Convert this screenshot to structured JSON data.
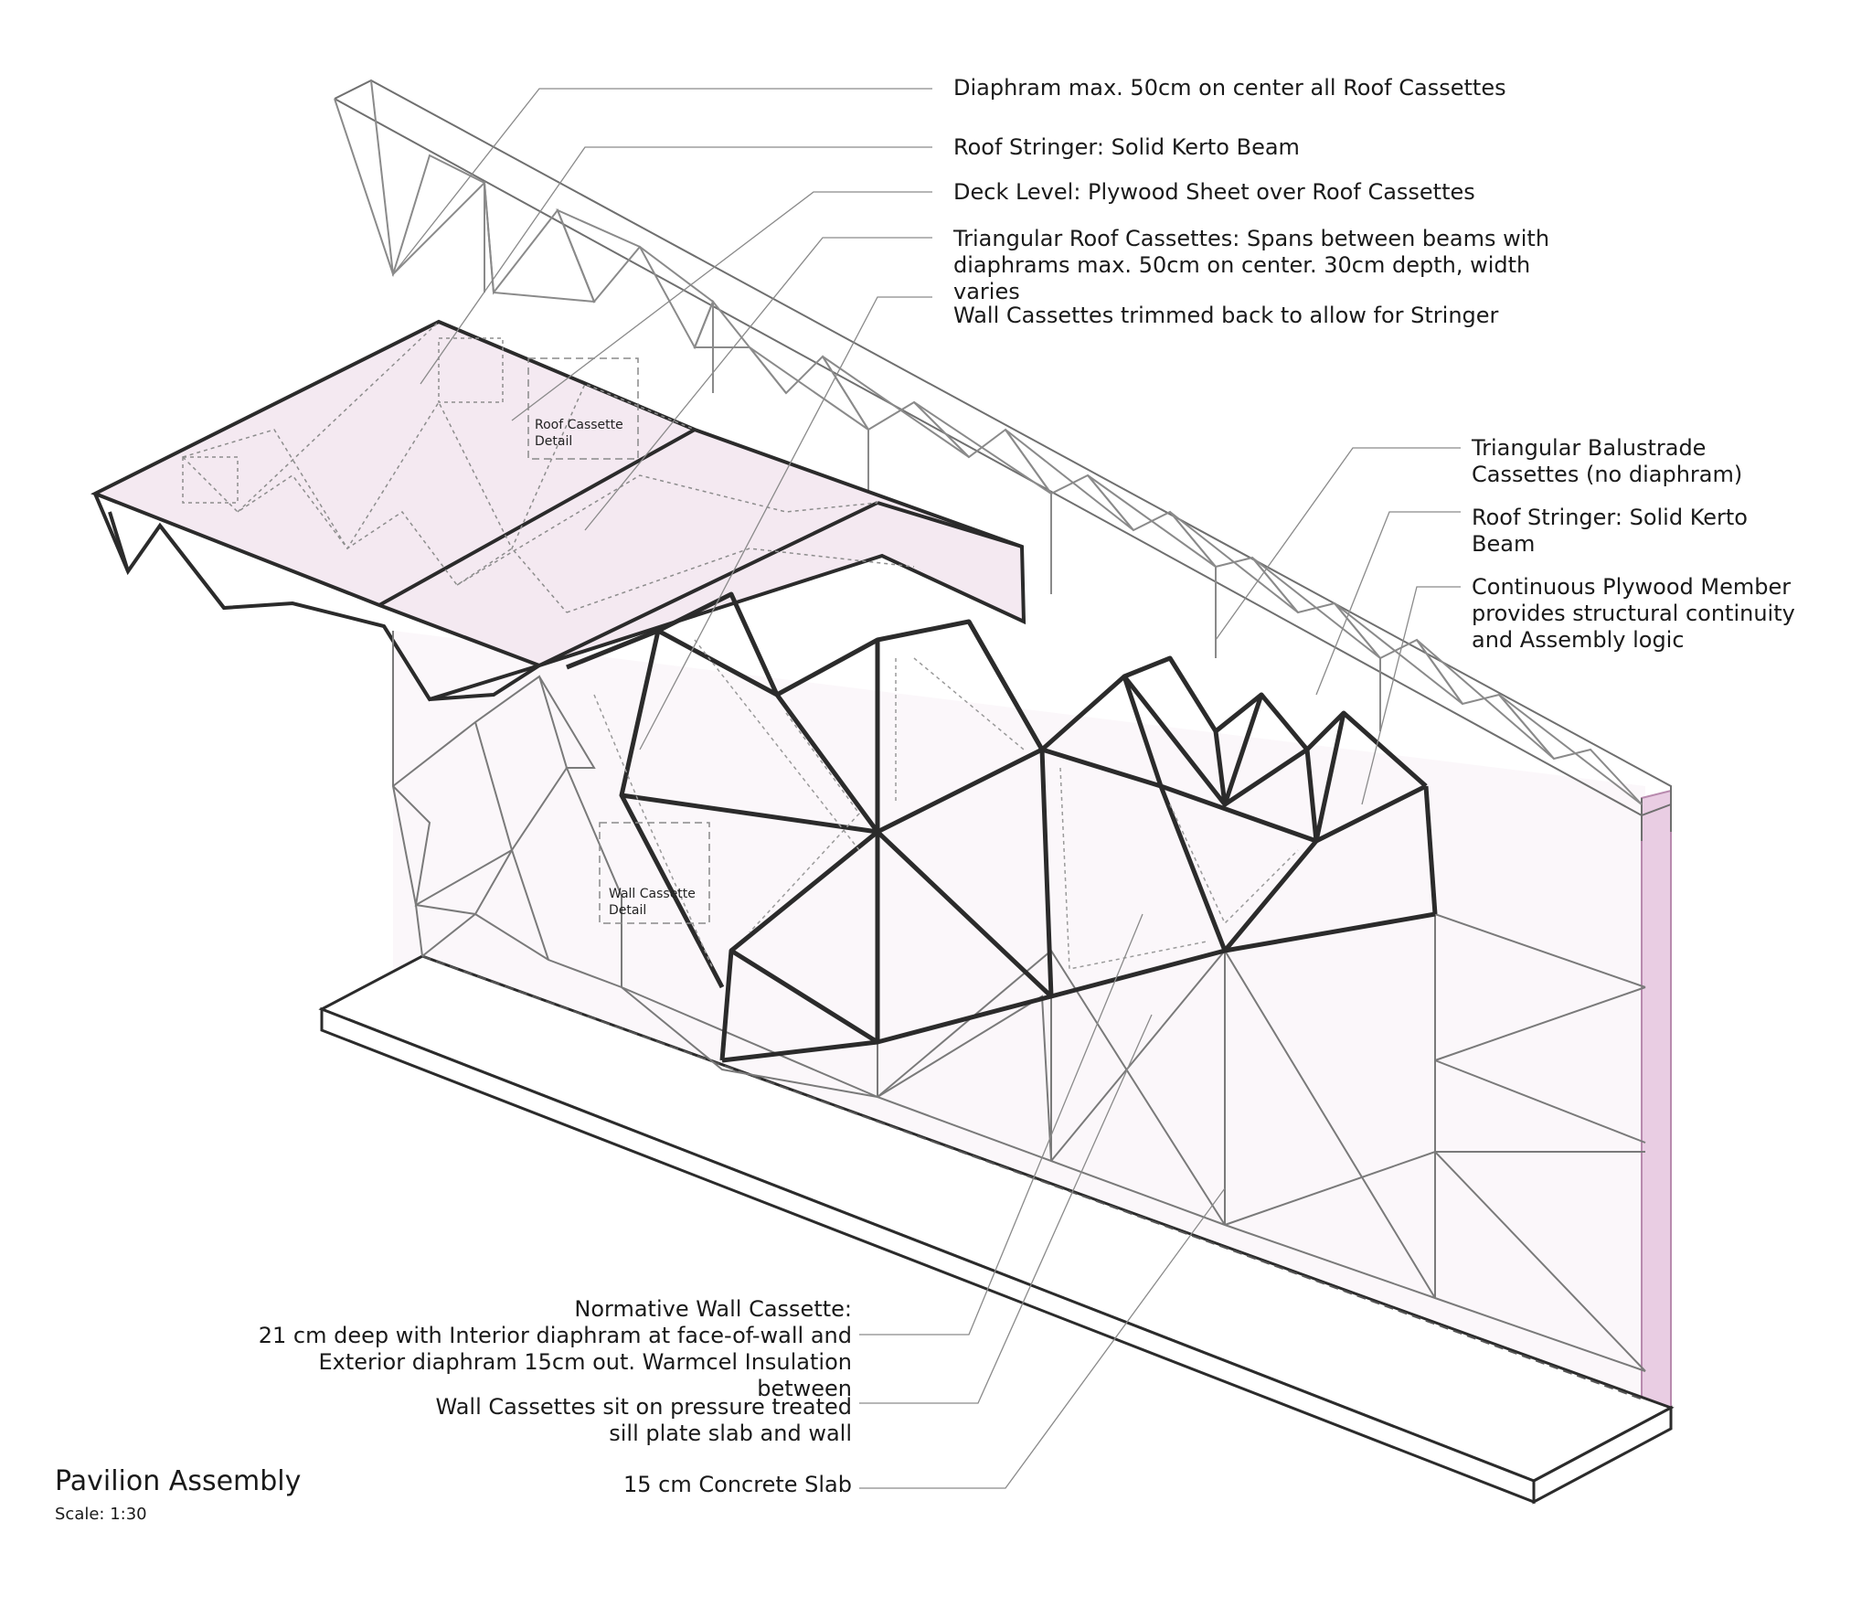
{
  "title": "Pavilion Assembly",
  "scale": "Scale: 1:30",
  "detail_tags": {
    "roof_cassette": [
      "Roof Cassette",
      "Detail"
    ],
    "wall_cassette": [
      "Wall Cassette",
      "Detail"
    ]
  },
  "callouts_top": [
    [
      "Diaphram max. 50cm on center all Roof Cassettes"
    ],
    [
      "Roof Stringer: Solid Kerto Beam"
    ],
    [
      "Deck Level: Plywood Sheet over Roof Cassettes"
    ],
    [
      "Triangular Roof Cassettes: Spans between beams with",
      "diaphrams max. 50cm on center. 30cm depth, width",
      "varies"
    ],
    [
      "Wall Cassettes trimmed back to allow for Stringer"
    ]
  ],
  "callouts_right": [
    [
      "Triangular Balustrade",
      "Cassettes (no diaphram)"
    ],
    [
      "Roof Stringer: Solid Kerto",
      "Beam"
    ],
    [
      "Continuous Plywood Member",
      "provides structural continuity",
      "and Assembly logic"
    ]
  ],
  "callouts_bottom": [
    [
      "Normative Wall Cassette:",
      "21 cm deep with Interior diaphram at face-of-wall and",
      "Exterior diaphram 15cm out.  Warmcel Insulation",
      "between"
    ],
    [
      "Wall Cassettes sit on pressure treated",
      "sill plate slab and wall"
    ],
    [
      "15 cm Concrete Slab"
    ]
  ],
  "colors": {
    "line": "#2b2b2b",
    "thin": "#7a7a7a",
    "plywood_tint": "#f3e8f0",
    "panel_pink": "#e6cde0",
    "edge_pink": "#c995bf"
  }
}
